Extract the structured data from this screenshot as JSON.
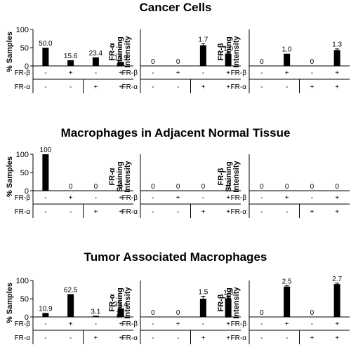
{
  "sections": [
    {
      "title": "Cancer Cells"
    },
    {
      "title": "Macrophages in Adjacent Normal Tissue"
    },
    {
      "title": "Tumor Associated Macrophages"
    }
  ],
  "row_labels": {
    "beta": "FR-β",
    "alpha": "FR-α"
  },
  "combinations": {
    "beta": [
      "-",
      "+",
      "-",
      "+"
    ],
    "alpha": [
      "-",
      "-",
      "+",
      "+"
    ]
  },
  "chart_data": [
    {
      "type": "bar",
      "section": 0,
      "ylabel": "% Samples",
      "ylim": [
        0,
        100
      ],
      "yticks": [
        0,
        50,
        100
      ],
      "values": [
        50.0,
        15.6,
        23.4,
        10.9
      ],
      "labels": [
        "50.0",
        "15.6",
        "23.4",
        "10.9"
      ],
      "errors": [
        0,
        0,
        0,
        0
      ],
      "show_axis_ticks": true
    },
    {
      "type": "bar",
      "section": 0,
      "ylabel": "FR-α Staining Intensity",
      "ylim": [
        0,
        3
      ],
      "values": [
        0,
        0,
        1.7,
        1.0
      ],
      "labels": [
        "0",
        "0",
        "1.7",
        "1.0"
      ],
      "errors": [
        0,
        0,
        0.12,
        0.08
      ],
      "show_axis_ticks": false
    },
    {
      "type": "bar",
      "section": 0,
      "ylabel": "FR-β Staining Intensity",
      "ylim": [
        0,
        3
      ],
      "values": [
        0,
        1.0,
        0,
        1.3
      ],
      "labels": [
        "0",
        "1.0",
        "0",
        "1.3"
      ],
      "errors": [
        0,
        0,
        0,
        0.1
      ],
      "show_axis_ticks": false
    },
    {
      "type": "bar",
      "section": 1,
      "ylabel": "% Samples",
      "ylim": [
        0,
        100
      ],
      "yticks": [
        0,
        50,
        100
      ],
      "values": [
        100,
        0,
        0,
        0
      ],
      "labels": [
        "100",
        "0",
        "0",
        "0"
      ],
      "errors": [
        0,
        0,
        0,
        0
      ],
      "show_axis_ticks": true
    },
    {
      "type": "bar",
      "section": 1,
      "ylabel": "FR-α Staining Intensity",
      "ylim": [
        0,
        3
      ],
      "values": [
        0,
        0,
        0,
        0
      ],
      "labels": [
        "0",
        "0",
        "0",
        "0"
      ],
      "errors": [
        0,
        0,
        0,
        0
      ],
      "show_axis_ticks": false
    },
    {
      "type": "bar",
      "section": 1,
      "ylabel": "FR-β Staining Intensity",
      "ylim": [
        0,
        3
      ],
      "values": [
        0,
        0,
        0,
        0
      ],
      "labels": [
        "0",
        "0",
        "0",
        "0"
      ],
      "errors": [
        0,
        0,
        0,
        0
      ],
      "show_axis_ticks": false
    },
    {
      "type": "bar",
      "section": 2,
      "ylabel": "% Samples",
      "ylim": [
        0,
        100
      ],
      "yticks": [
        0,
        50,
        100
      ],
      "values": [
        10.9,
        62.5,
        3.1,
        23.4
      ],
      "labels": [
        "10.9",
        "62.5",
        "3.1",
        "23.4"
      ],
      "errors": [
        0,
        0,
        0,
        0
      ],
      "show_axis_ticks": true
    },
    {
      "type": "bar",
      "section": 2,
      "ylabel": "FR-α Staining Intensity",
      "ylim": [
        0,
        3
      ],
      "values": [
        0,
        0,
        1.5,
        1.5
      ],
      "labels": [
        "0",
        "0",
        "1.5",
        "1.5"
      ],
      "errors": [
        0,
        0,
        0.2,
        0.15
      ],
      "show_axis_ticks": false
    },
    {
      "type": "bar",
      "section": 2,
      "ylabel": "FR-β Staining Intensity",
      "ylim": [
        0,
        3
      ],
      "values": [
        0,
        2.5,
        0,
        2.7
      ],
      "labels": [
        "0",
        "2.5",
        "0",
        "2.7"
      ],
      "errors": [
        0,
        0.08,
        0,
        0.08
      ],
      "show_axis_ticks": false
    }
  ]
}
